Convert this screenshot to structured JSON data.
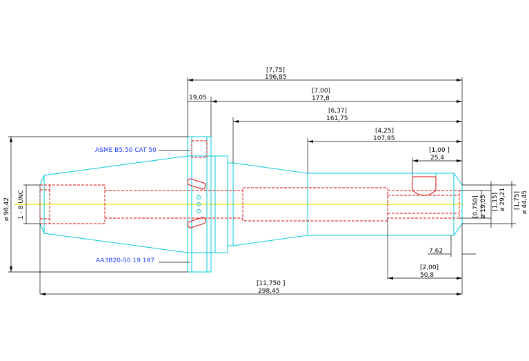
{
  "colors": {
    "outline": "#00c8d8",
    "hidden": "#e00000",
    "centerline": "#e8e000",
    "dimension": "#000000",
    "note": "#1f3fff"
  },
  "notes": {
    "spec": "ASME B5.50 CAT 50",
    "part_number": "AA3B20-50 19 197"
  },
  "dimensions": {
    "overall_length": {
      "inch": "[7,75]",
      "mm": "196,85"
    },
    "flange_to_end": {
      "inch": "[7,00]",
      "mm": "177,8"
    },
    "flange_width": {
      "mm": "19,05"
    },
    "neck_to_end": {
      "inch": "[6,37]",
      "mm": "161,75"
    },
    "body_to_end": {
      "inch": "[4,25]",
      "mm": "107,95"
    },
    "flat_location": {
      "inch": "[1,00 ]",
      "mm": "25,4"
    },
    "bore_dia": {
      "inch": "[0,750]",
      "mm": "ø 19,05"
    },
    "body_dia_a": {
      "inch": "[1,15]",
      "mm": "ø 29,21"
    },
    "body_dia_b": {
      "inch": "[1,75]",
      "mm": "ø 44,45"
    },
    "tip_length": {
      "mm": "7,62"
    },
    "bore_depth": {
      "inch": "[2,00]",
      "mm": "50,8"
    },
    "total_length": {
      "inch": "[11,750 ]",
      "mm": "298,45"
    },
    "taper_dia": {
      "mm": "ø 98,42"
    },
    "thread": {
      "label": "1 - 8 UNC"
    }
  }
}
